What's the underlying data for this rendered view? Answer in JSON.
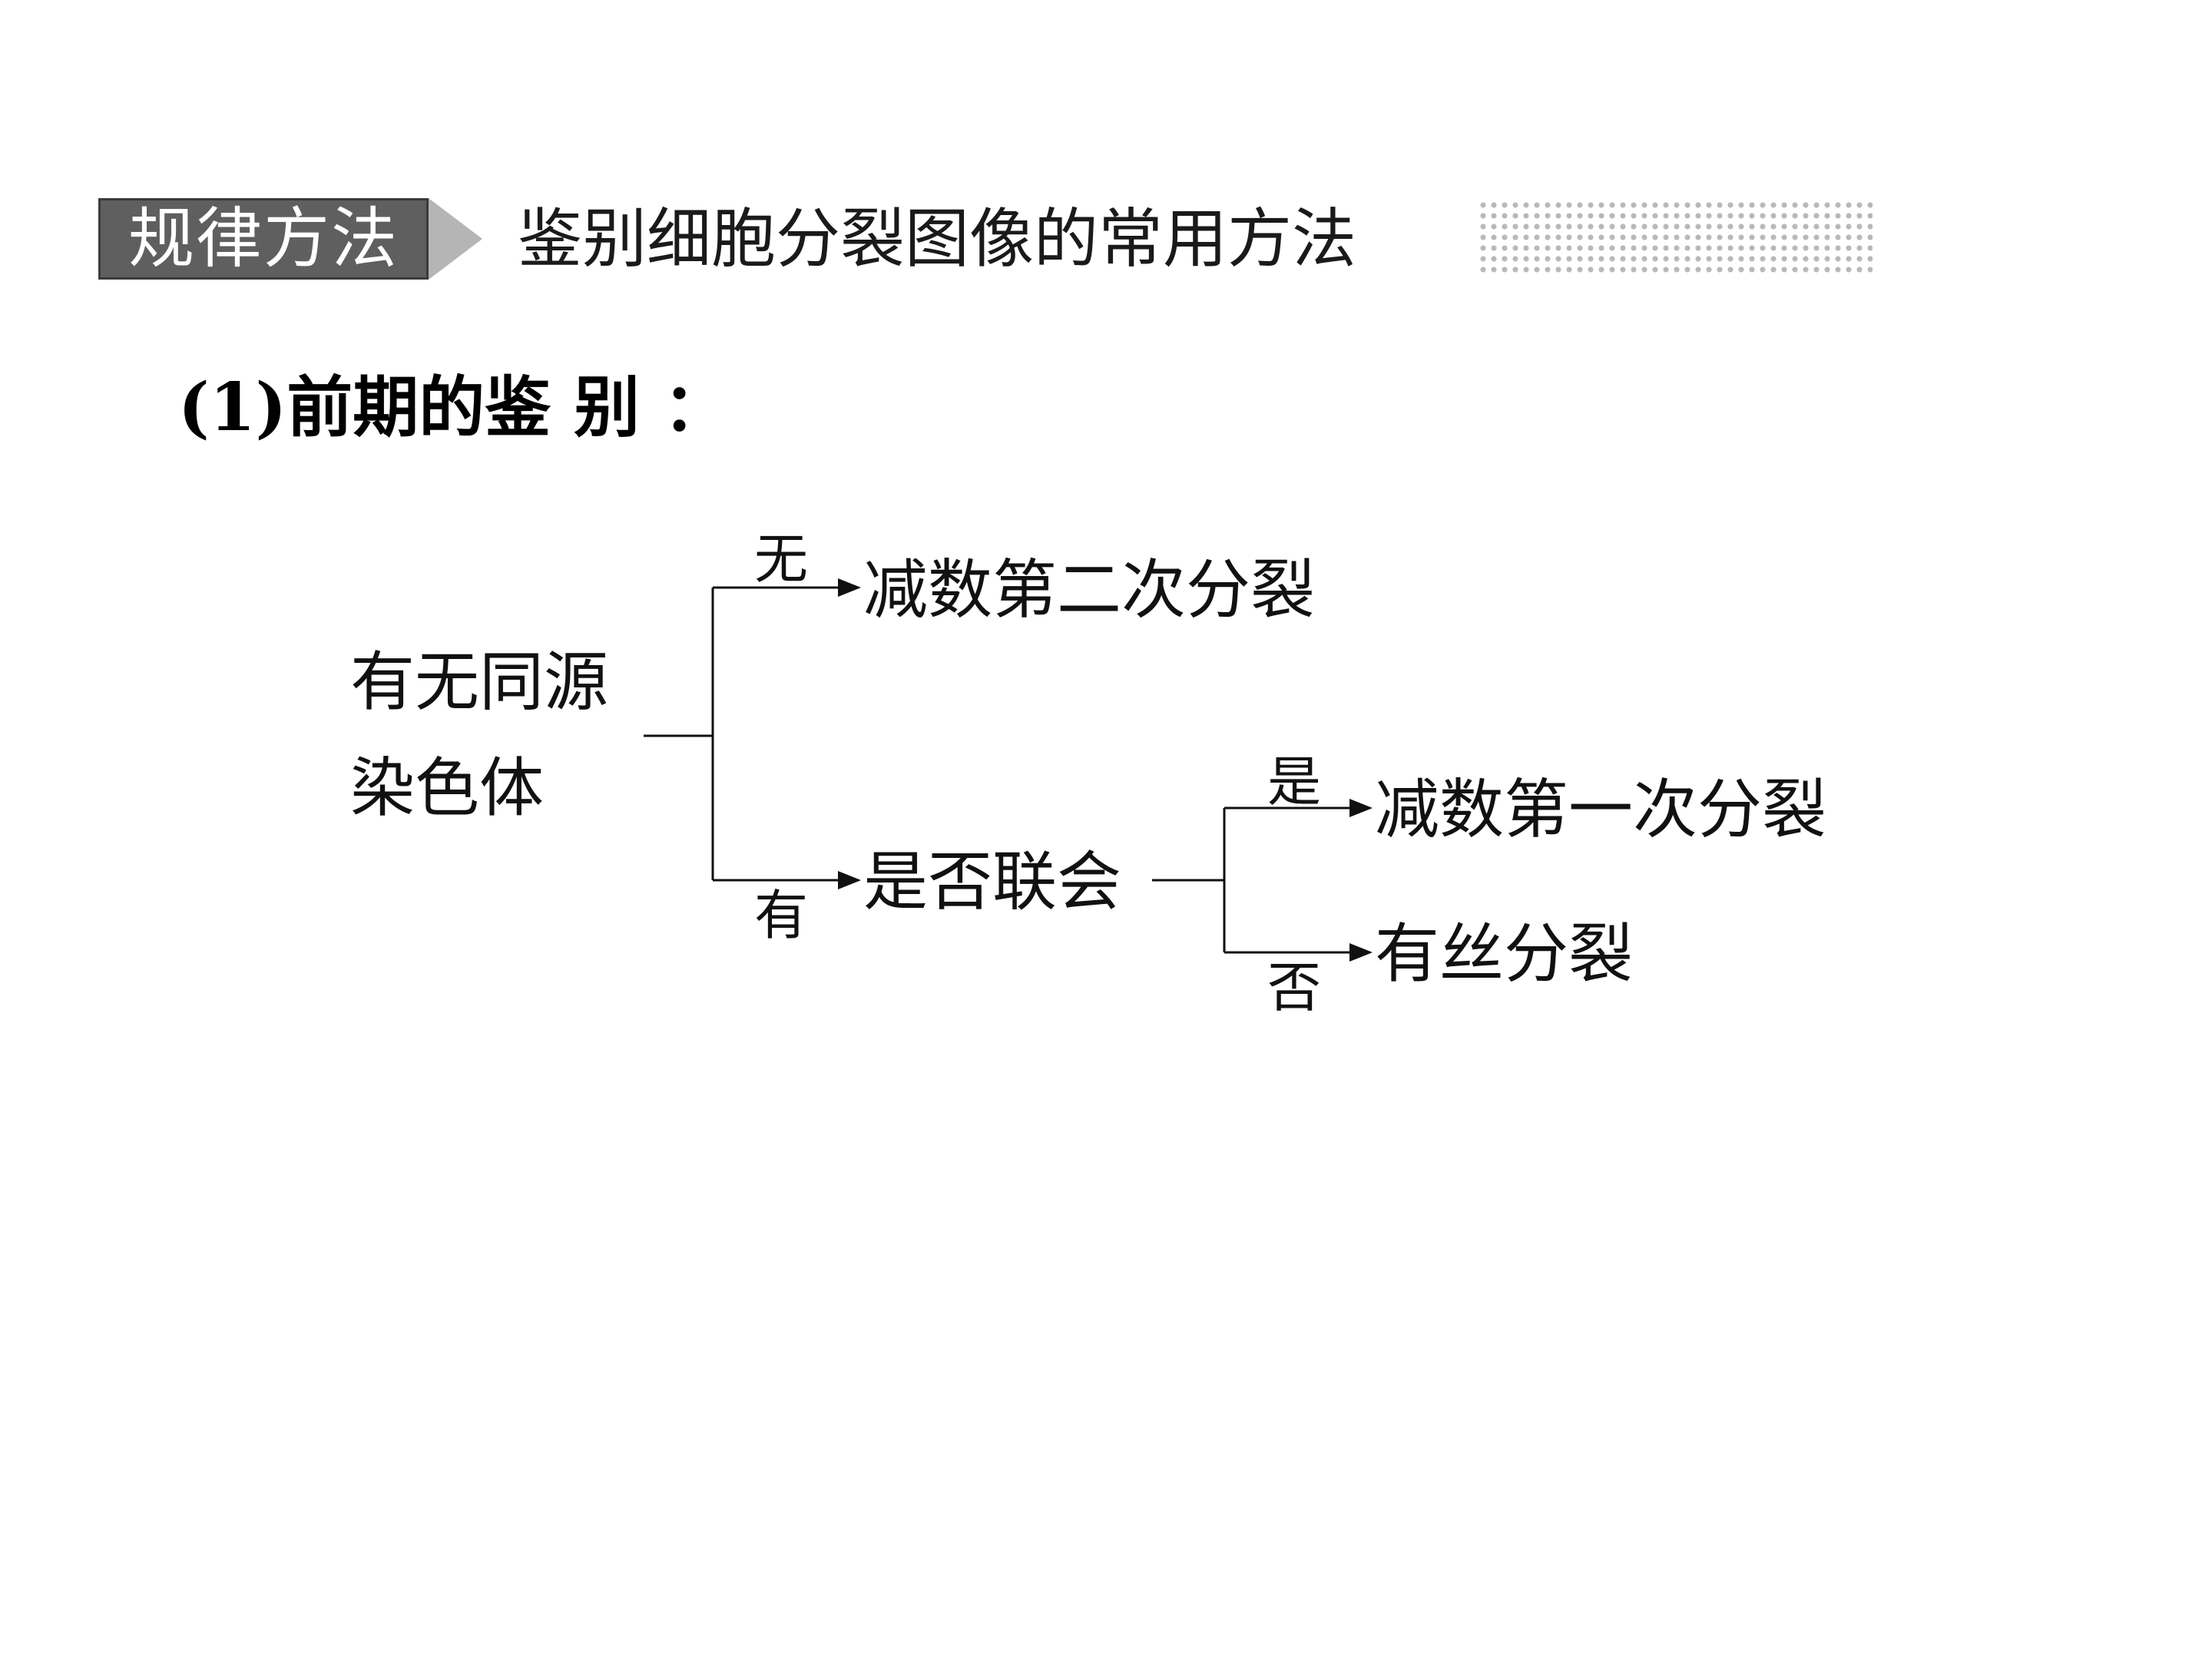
{
  "header": {
    "tag": "规律方法",
    "title": "鉴别细胞分裂图像的常用方法"
  },
  "subtitle": "(1)前期的鉴 别 ：",
  "diagram": {
    "root": {
      "line1": "有无同源",
      "line2": "染色体"
    },
    "branch_no_label": "无",
    "branch_no_result": "减数第二次分裂",
    "branch_yes_label": "有",
    "branch_yes_node": "是否联会",
    "sub_yes_label": "是",
    "sub_yes_result": "减数第一次分裂",
    "sub_no_label": "否",
    "sub_no_result": "有丝分裂"
  },
  "colors": {
    "tag_background": "#5f5f5f",
    "arrow": "#b5b5b5",
    "dots": "#b8b8b8",
    "lines": "#111111"
  }
}
